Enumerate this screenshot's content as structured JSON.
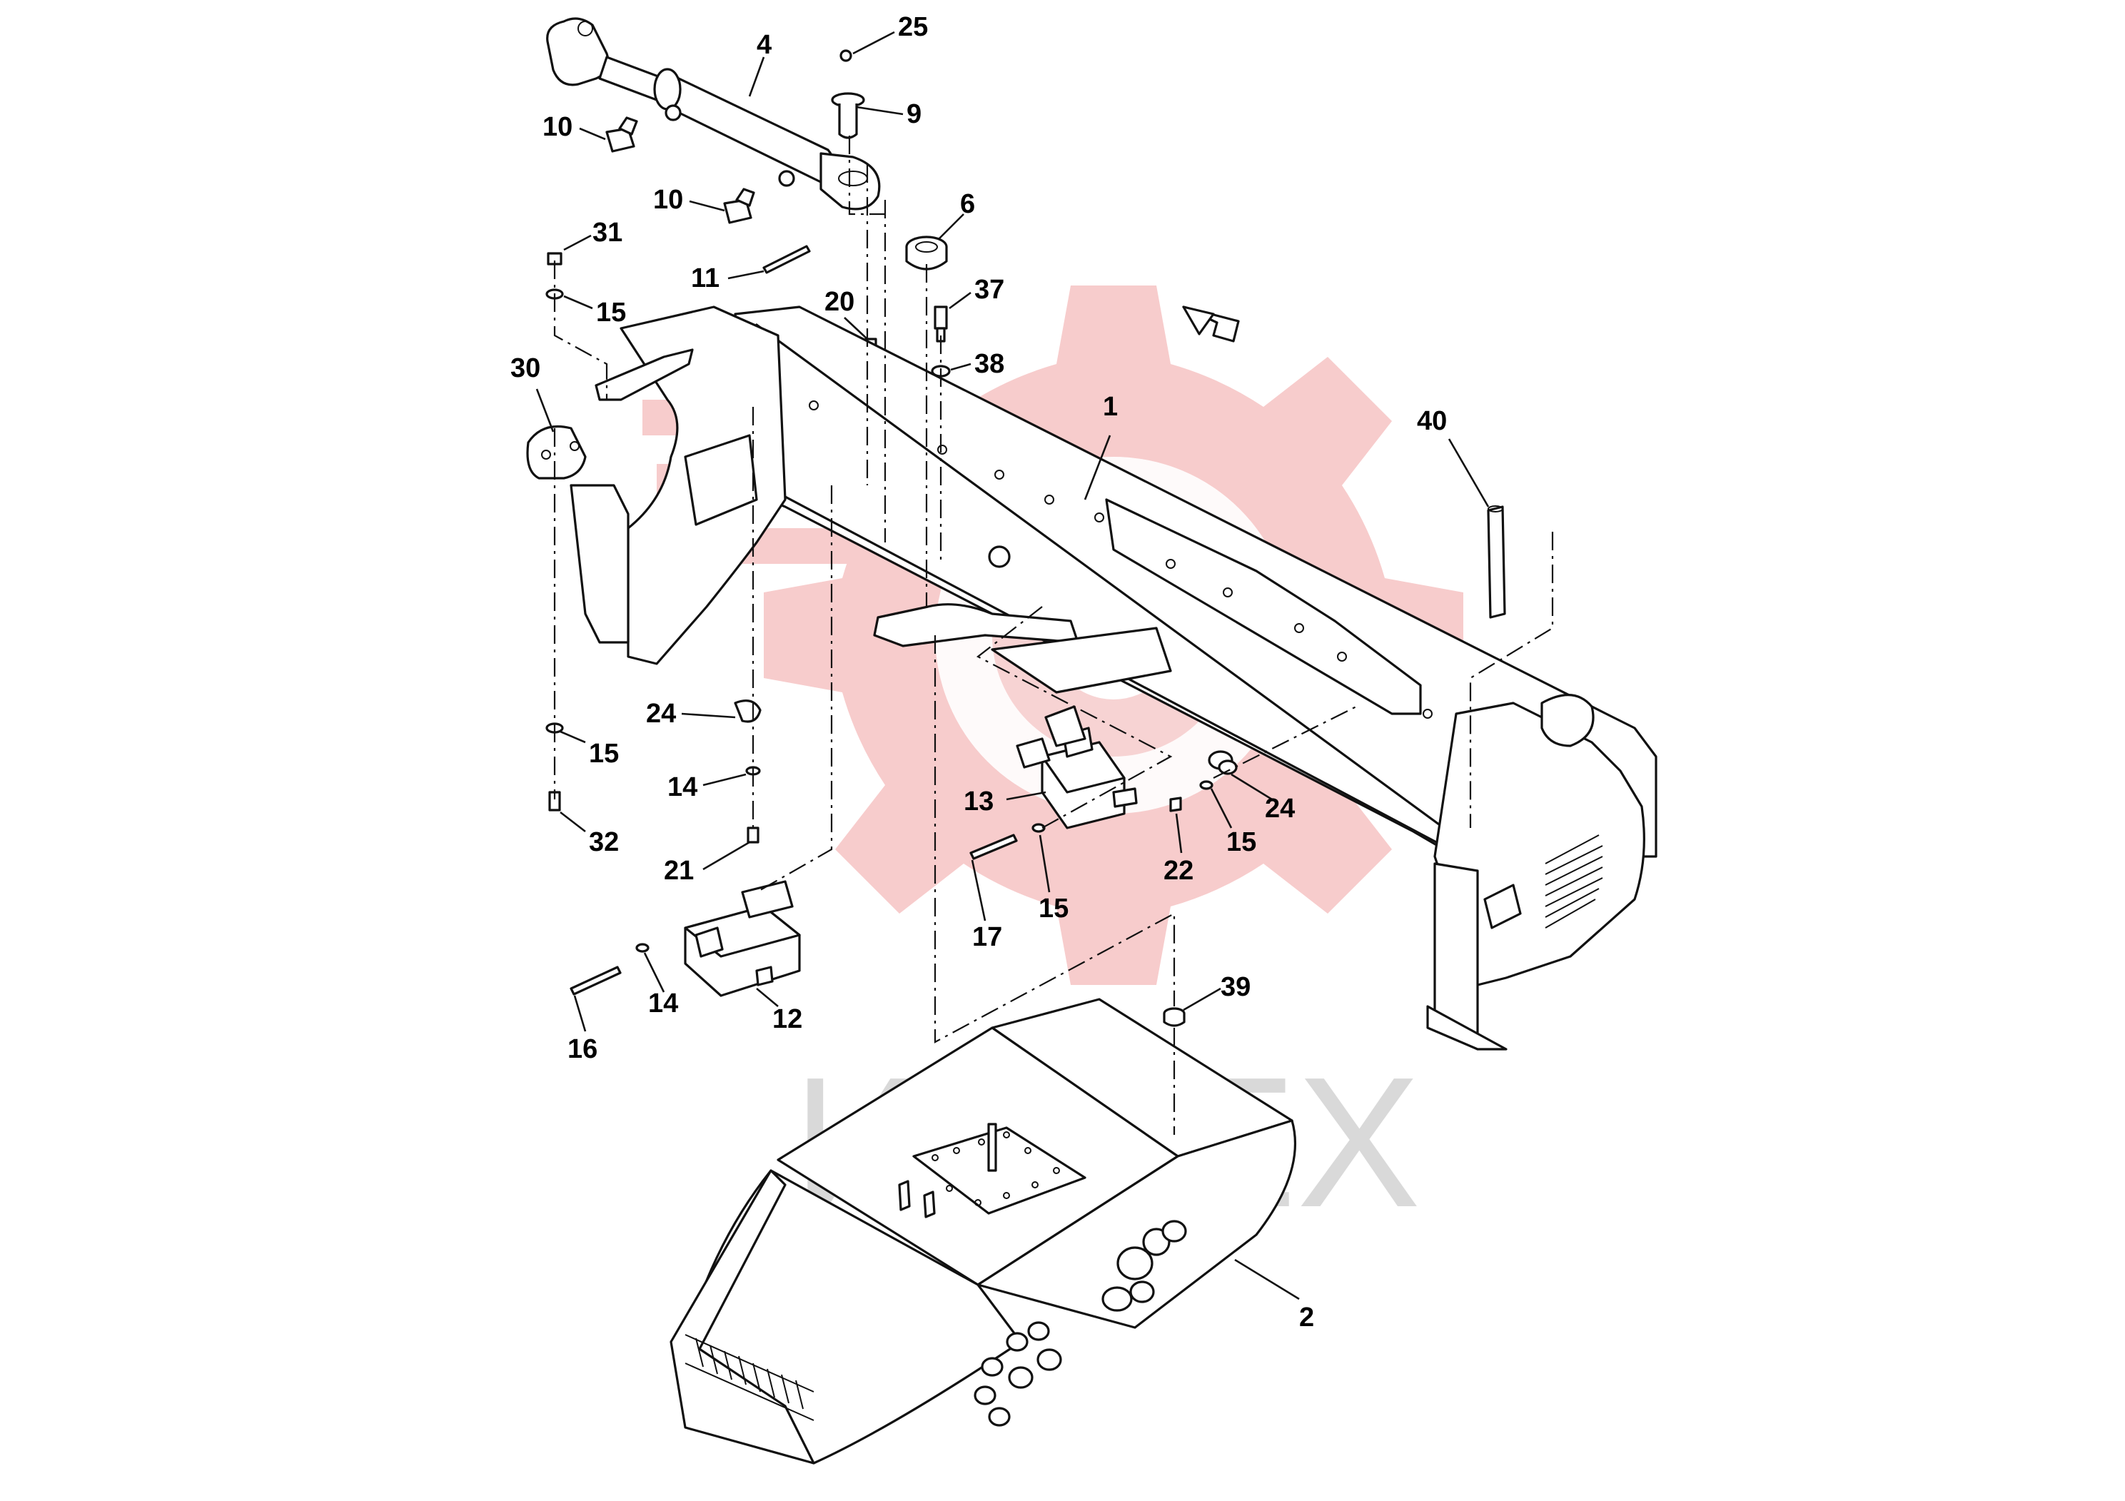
{
  "watermark": {
    "text": "ИНТЕХ",
    "gear_color": "#f6c7c7",
    "text_color": "#d9d9d9"
  },
  "callouts": [
    "4",
    "25",
    "9",
    "10",
    "10",
    "6",
    "31",
    "15",
    "11",
    "20",
    "37",
    "38",
    "30",
    "1",
    "40",
    "24",
    "15",
    "14",
    "32",
    "21",
    "13",
    "24",
    "22",
    "15",
    "15",
    "17",
    "39",
    "14",
    "12",
    "16",
    "2"
  ],
  "direction_arrow": "arrow-icon"
}
